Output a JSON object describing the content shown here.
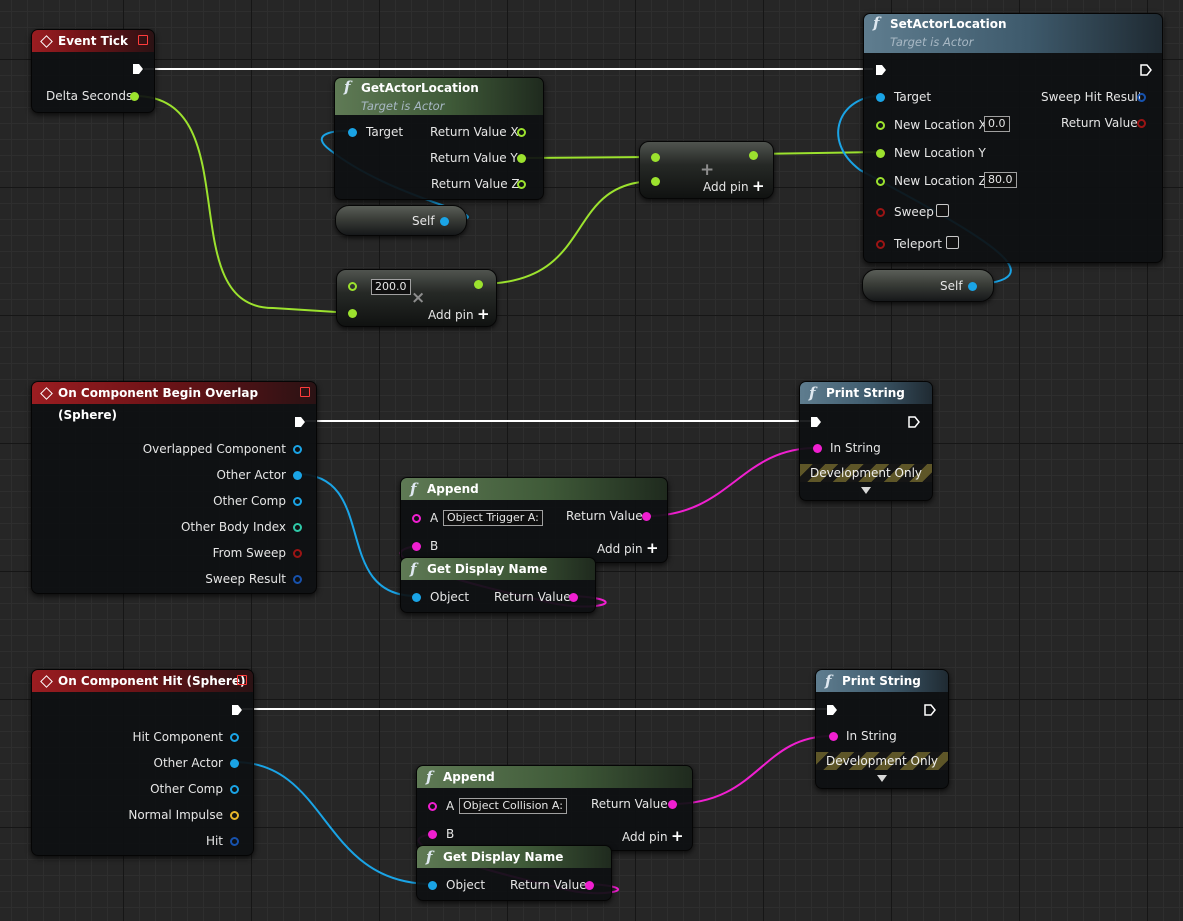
{
  "colors": {
    "exec": "#ffffff",
    "float": "#9ce22e",
    "object": "#1aa4e6",
    "string": "#f01fd0",
    "struct": "#1752ad",
    "bool": "#9b1414",
    "name": "#2fc9a8",
    "vector": "#e6b52a"
  },
  "event_tick": {
    "title": "Event Tick",
    "delta_label": "Delta Seconds"
  },
  "get_actor_location": {
    "title": "GetActorLocation",
    "subtitle": "Target is Actor",
    "target_label": "Target",
    "out_x": "Return Value X",
    "out_y": "Return Value Y",
    "out_z": "Return Value Z"
  },
  "self_node_1": {
    "label": "Self"
  },
  "self_node_2": {
    "label": "Self"
  },
  "add_node": {
    "add_pin": "Add pin"
  },
  "multiply_node": {
    "value": "200.0",
    "add_pin": "Add pin"
  },
  "set_actor_location": {
    "title": "SetActorLocation",
    "subtitle": "Target is Actor",
    "target_label": "Target",
    "loc_x_label": "New Location X",
    "loc_x_value": "0.0",
    "loc_y_label": "New Location Y",
    "loc_z_label": "New Location Z",
    "loc_z_value": "80.0",
    "sweep_label": "Sweep",
    "teleport_label": "Teleport",
    "sweep_hit_label": "Sweep Hit Result",
    "return_label": "Return Value"
  },
  "begin_overlap": {
    "title": "On Component Begin Overlap (Sphere)",
    "pins": [
      "Overlapped Component",
      "Other Actor",
      "Other Comp",
      "Other Body Index",
      "From Sweep",
      "Sweep Result"
    ]
  },
  "print_string_1": {
    "title": "Print String",
    "in_label": "In String",
    "dev_only": "Development Only"
  },
  "append_1": {
    "title": "Append",
    "a_label": "A",
    "a_value": "Object Trigger A:",
    "b_label": "B",
    "return_label": "Return Value",
    "add_pin": "Add pin"
  },
  "display_name_1": {
    "title": "Get Display Name",
    "object_label": "Object",
    "return_label": "Return Value"
  },
  "component_hit": {
    "title": "On Component Hit (Sphere)",
    "pins": [
      "Hit Component",
      "Other Actor",
      "Other Comp",
      "Normal Impulse",
      "Hit"
    ]
  },
  "print_string_2": {
    "title": "Print String",
    "in_label": "In String",
    "dev_only": "Development Only"
  },
  "append_2": {
    "title": "Append",
    "a_label": "A",
    "a_value": "Object Collision A:",
    "b_label": "B",
    "return_label": "Return Value",
    "add_pin": "Add pin"
  },
  "display_name_2": {
    "title": "Get Display Name",
    "object_label": "Object",
    "return_label": "Return Value"
  }
}
